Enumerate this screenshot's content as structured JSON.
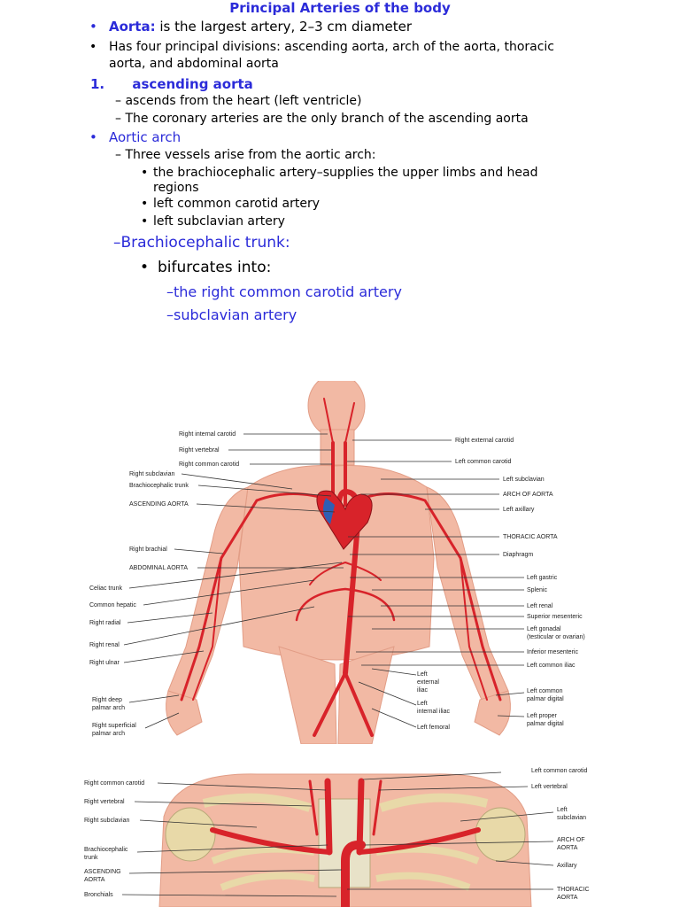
{
  "title": "Principal Arteries of the body",
  "aorta": {
    "label": "Aorta:",
    "text": "is the largest artery, 2–3 cm diameter"
  },
  "divisions_line1": "Has four principal divisions: ascending aorta, arch of the aorta, thoracic",
  "divisions_line2": "aorta, and abdominal aorta",
  "ascending": {
    "number": "1.",
    "heading": "ascending aorta",
    "line1": "– ascends from the heart (left ventricle)",
    "line2": "– The coronary arteries are the only branch of the ascending aorta"
  },
  "arch": {
    "heading": "Aortic arch",
    "line1": "– Three vessels arise from the aortic arch:",
    "item1_a": "the brachiocephalic artery–supplies the upper limbs and head",
    "item1_b": "regions",
    "item2": "left common carotid artery",
    "item3": "left subclavian artery"
  },
  "brachio": {
    "heading": "–Brachiocephalic trunk:",
    "bullet": "bifurcates into:",
    "sub1": "–the right common carotid artery",
    "sub2": "–subclavian artery"
  },
  "figure1": {
    "left_labels": [
      "Right internal carotid",
      "Right vertebral",
      "Right common carotid",
      "Right subclavian",
      "Brachiocephalic trunk",
      "ASCENDING AORTA",
      "Right brachial",
      "ABDOMINAL AORTA",
      "Celiac trunk",
      "Common hepatic",
      "Right radial",
      "Right renal",
      "Right ulnar",
      "Right deep",
      "palmar arch",
      "Right superficial",
      "palmar arch"
    ],
    "right_labels": [
      "Right external carotid",
      "Left common carotid",
      "Left subclavian",
      "ARCH OF AORTA",
      "Left axillary",
      "THORACIC AORTA",
      "Diaphragm",
      "Left gastric",
      "Splenic",
      "Left renal",
      "Superior mesenteric",
      "Left gonadal",
      "(testicular or ovarian)",
      "Inferior mesenteric",
      "Left common iliac",
      "Left common",
      "palmar digital",
      "Left proper",
      "palmar digital"
    ],
    "center_labels": [
      "Left",
      "external",
      "iliac",
      "Left",
      "internal iliac",
      "Left femoral"
    ]
  },
  "figure2": {
    "left_labels": [
      "Right common carotid",
      "Right vertebral",
      "Right subclavian",
      "Brachiocephalic",
      "trunk",
      "ASCENDING",
      "AORTA",
      "Bronchials"
    ],
    "right_labels": [
      "Left common carotid",
      "Left vertebral",
      "Left",
      "subclavian",
      "ARCH OF",
      "AORTA",
      "Axillary",
      "THORACIC",
      "AORTA"
    ]
  },
  "colors": {
    "heading_blue": "#2b2bd9",
    "artery_red": "#d8232a",
    "skin": "#f2b9a4",
    "heart_blue": "#2f5fb3",
    "bone": "#e8d9a8"
  }
}
